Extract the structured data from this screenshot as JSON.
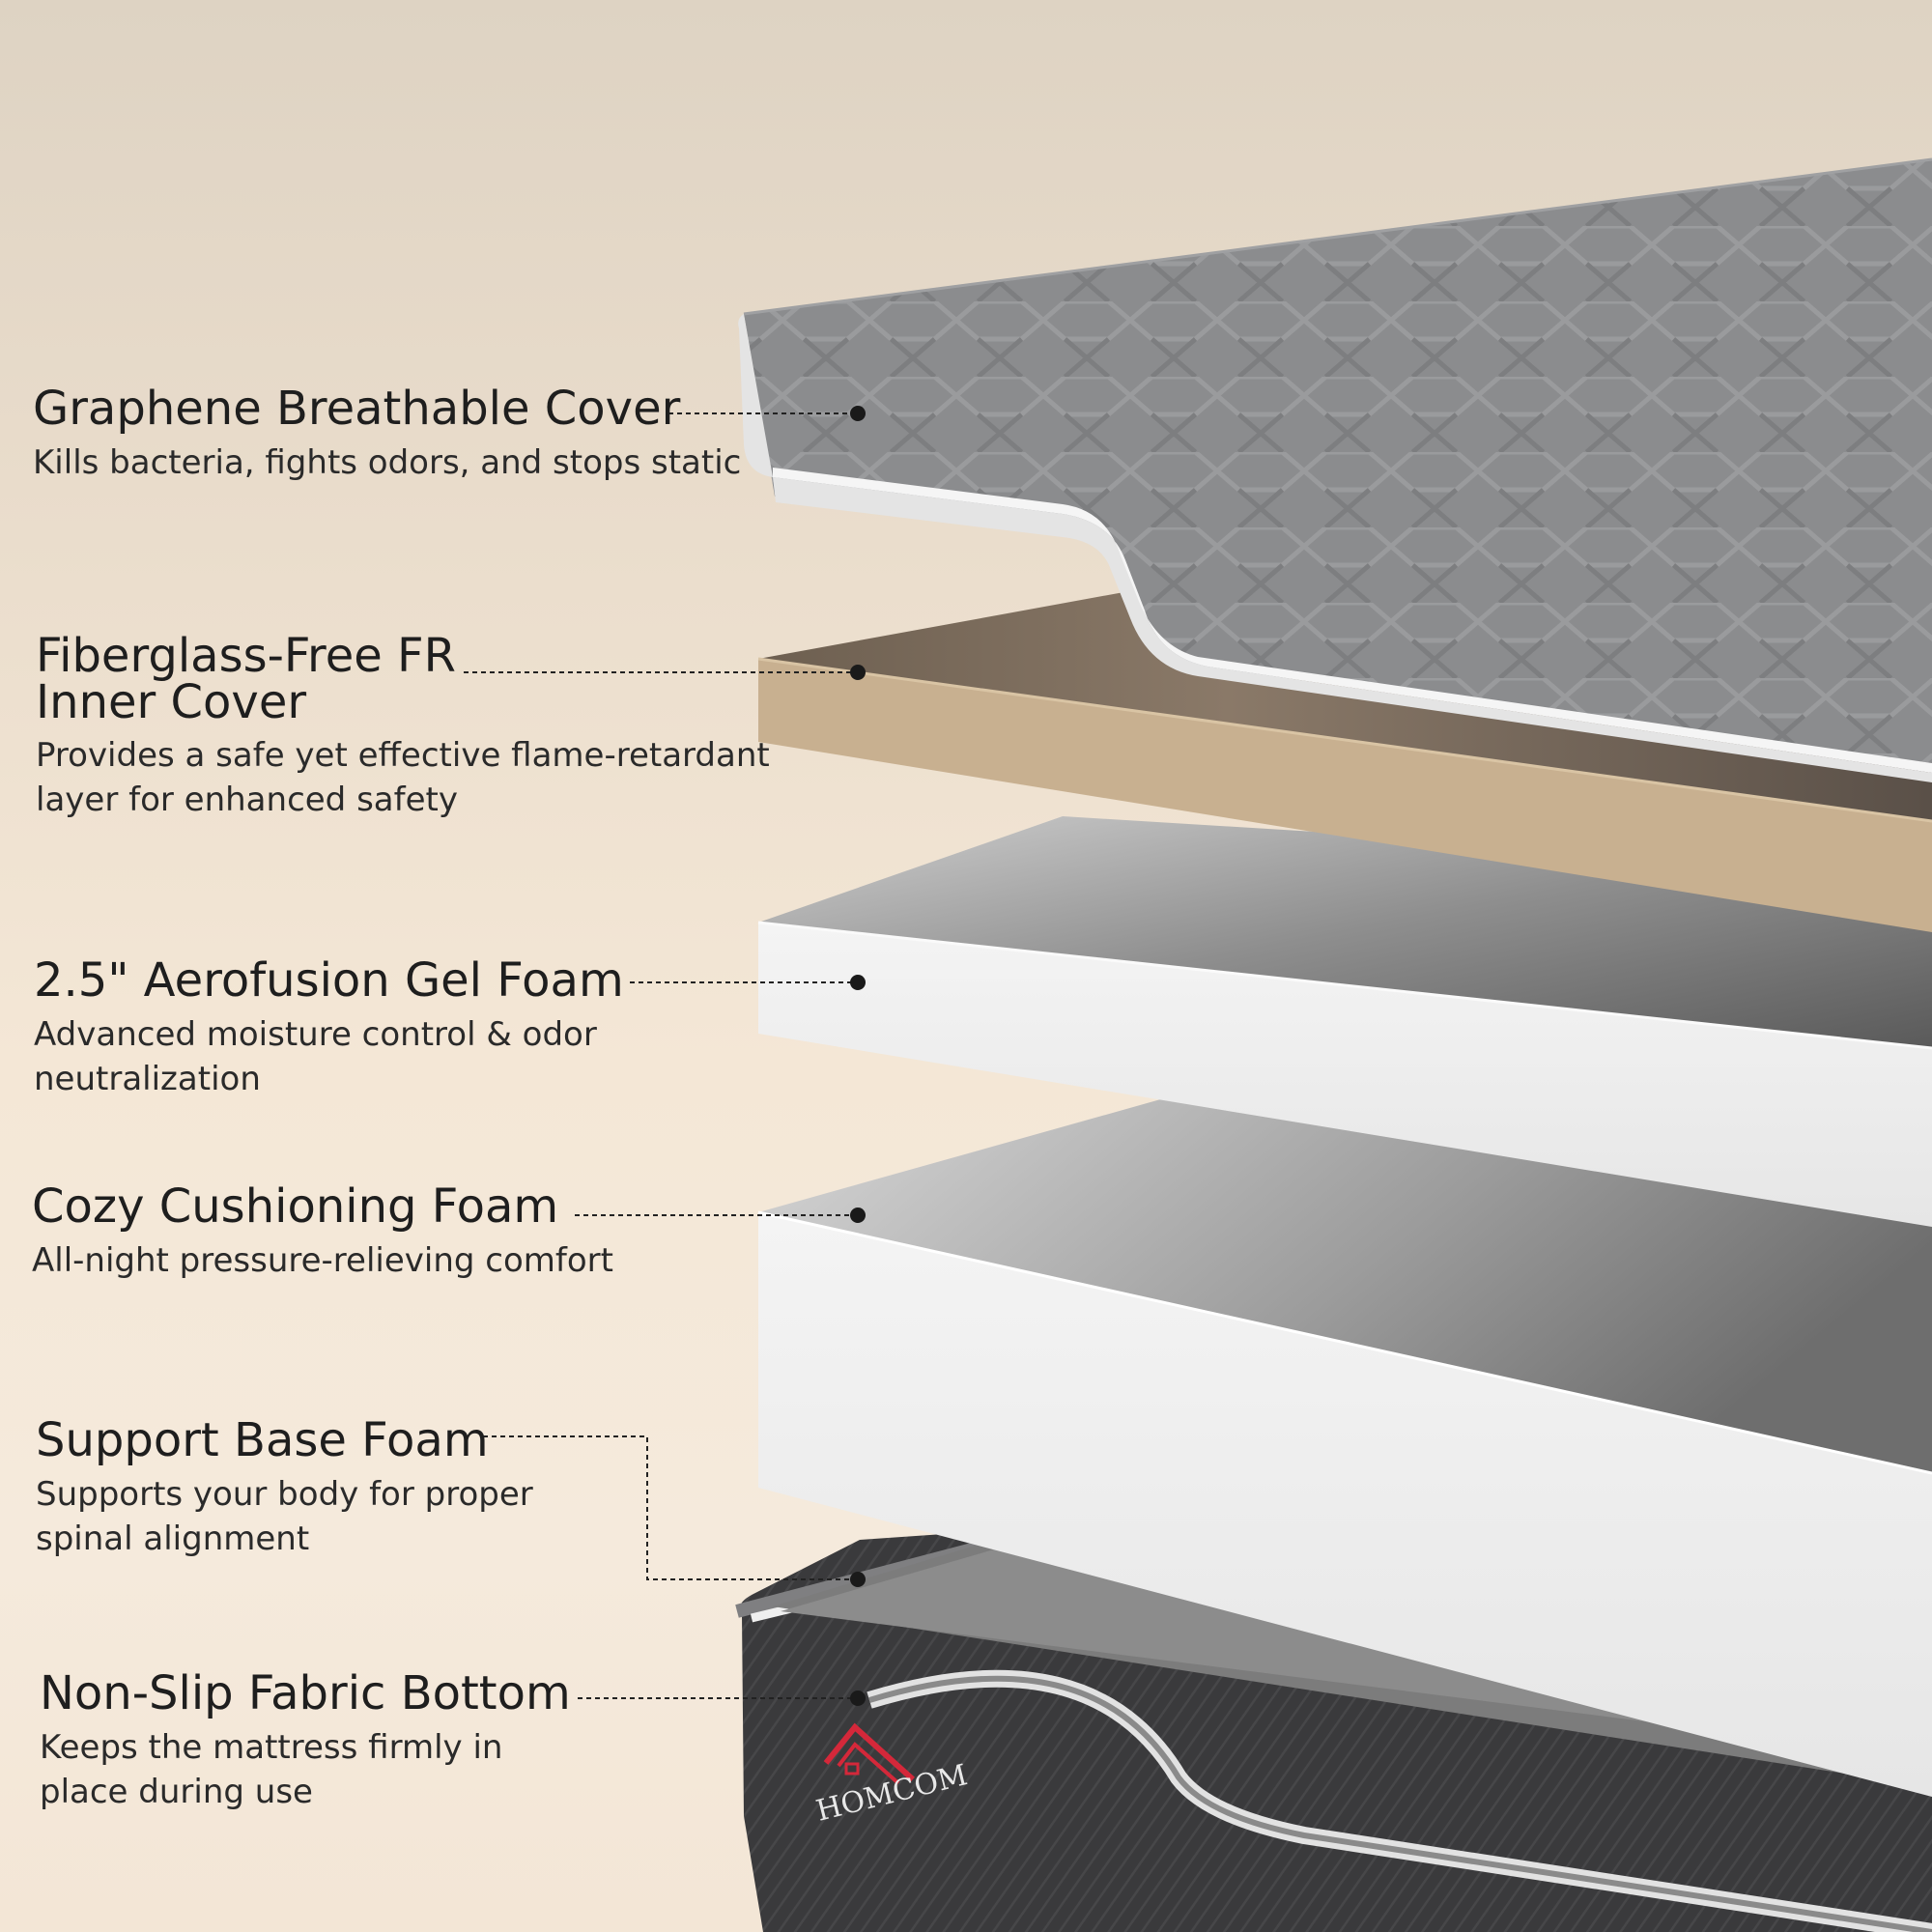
{
  "brand": {
    "logo_text": "HOMCOM",
    "accent": "#d4283a"
  },
  "layers": [
    {
      "title": "Graphene Breathable Cover",
      "description": "Kills bacteria, fights odors, and stops static",
      "color": "#8a8b8d"
    },
    {
      "title": "Fiberglass-Free FR Inner Cover",
      "description": "Provides a safe yet effective flame-retardant layer for enhanced safety",
      "color": "#c9b291"
    },
    {
      "title": "2.5\" Aerofusion Gel Foam",
      "description": "Advanced moisture control & odor neutralization",
      "color": "#f1f1f1"
    },
    {
      "title": "Cozy Cushioning Foam",
      "description": "All-night pressure-relieving comfort",
      "color": "#ececec"
    },
    {
      "title": "Support Base Foam",
      "description": "Supports your body for proper spinal alignment",
      "color": "#7e7e7e"
    },
    {
      "title": "Non-Slip Fabric Bottom",
      "description": "Keeps the mattress firmly in place during use",
      "color": "#3b3b3d"
    }
  ]
}
